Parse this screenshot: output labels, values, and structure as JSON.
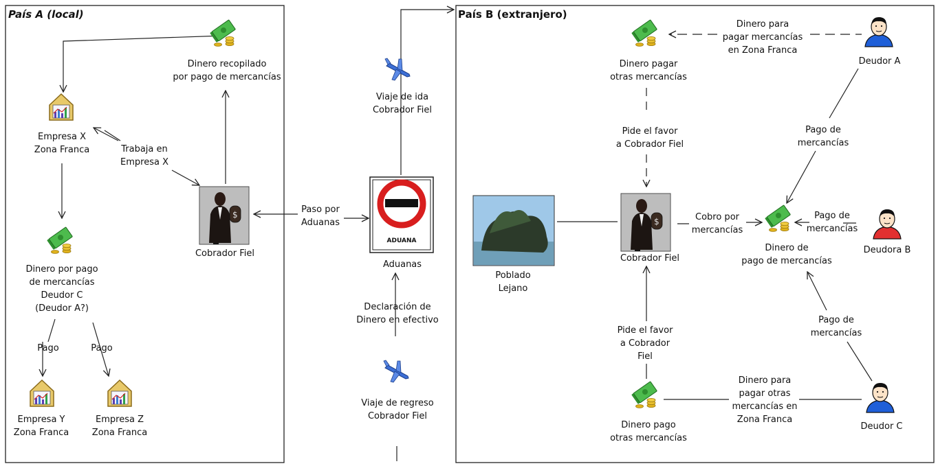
{
  "regions": {
    "country_a": "País A (local)",
    "country_b": "País B (extranjero)"
  },
  "nodes": {
    "money_collected": "Dinero recopilado\npor pago de mercancías",
    "company_x": "Empresa X\nZona Franca",
    "money_debtor_c": "Dinero por pago\nde mercancías\nDeudor C\n(Deudor A?)",
    "company_y": "Empresa Y\nZona Franca",
    "company_z": "Empresa Z\nZona Franca",
    "collector_a": "Cobrador Fiel",
    "customs": "Aduanas",
    "customs_sign": "ADUANA",
    "outbound_trip": "Viaje de ida\nCobrador Fiel",
    "return_trip": "Viaje de regreso\nCobrador Fiel",
    "remote_village": "Poblado\nLejano",
    "collector_b": "Cobrador Fiel",
    "money_other_goods": "Dinero pagar\notras mercancías",
    "money_goods_payment": "Dinero de\npago de mercancías",
    "money_other_goods_payment": "Dinero pago\notras mercancías",
    "debtor_a": "Deudor A",
    "debtor_b": "Deudora B",
    "debtor_c": "Deudor C"
  },
  "edges": {
    "works_at": "Trabaja en\nEmpresa X",
    "payment_y": "Pago",
    "payment_z": "Pago",
    "customs_pass": "Paso por\nAduanas",
    "cash_declaration": "Declaración de\nDinero en efectivo",
    "money_free_zone": "Dinero para\npagar mercancías\nen Zona Franca",
    "favor_top": "Pide el favor\na Cobrador Fiel",
    "goods_payment_a": "Pago de\nmercancías",
    "collection": "Cobro por\nmercancías",
    "goods_payment_b": "Pago de\nmercancías",
    "goods_payment_c": "Pago de\nmercancías",
    "favor_bottom": "Pide el favor\na Cobrador\nFiel",
    "money_other_free_zone": "Dinero para\npagar otras\nmercancías en\nZona Franca"
  },
  "colors": {
    "money": "#3aa63a",
    "coins": "#e0b21c",
    "plane": "#3d6fd6",
    "sign_red": "#d81e1e",
    "person_blue": "#1f5fd8",
    "person_red": "#e23030",
    "building": "#e8c96a"
  }
}
